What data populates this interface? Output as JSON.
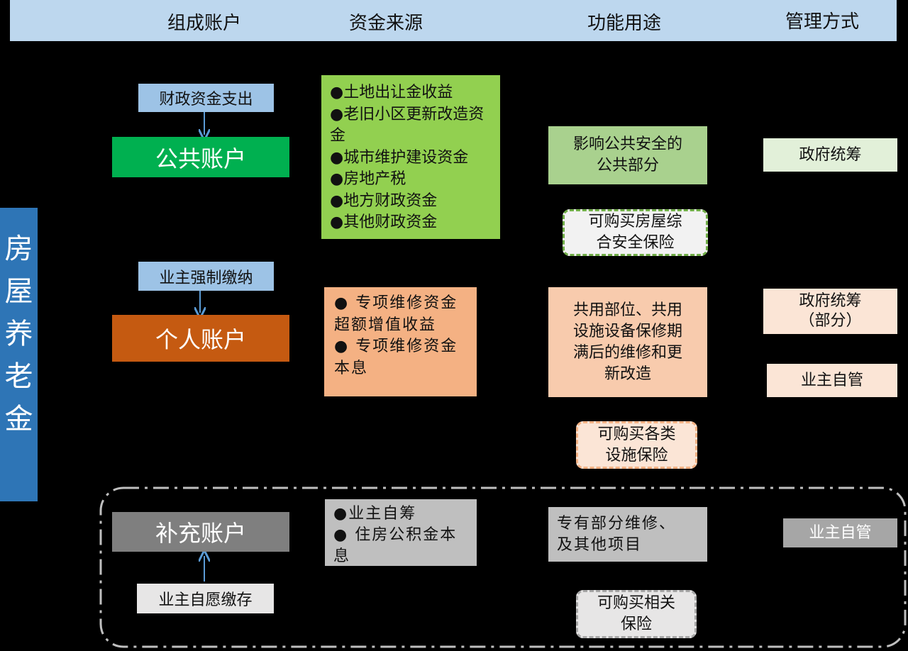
{
  "header": {
    "col_accounts": "组成账户",
    "col_sources": "资金来源",
    "col_functions": "功能用途",
    "col_management": "管理方式"
  },
  "vertical_title": [
    "房",
    "屋",
    "养",
    "老",
    "金"
  ],
  "public": {
    "origin": "财政资金支出",
    "account": "公共账户",
    "sources": [
      "●土地出让金收益",
      "●老旧小区更新改造资金",
      "●城市维护建设资金",
      "●房地产税",
      "●地方财政资金",
      "●其他财政资金"
    ],
    "function": [
      "影响公共安全的",
      "公共部分"
    ],
    "insurance": [
      "可购买房屋综",
      "合安全保险"
    ],
    "management": "政府统筹"
  },
  "personal": {
    "origin": "业主强制缴纳",
    "account": "个人账户",
    "sources": [
      "● 专项维修资金超额增值收益",
      "● 专项维修资金本息"
    ],
    "function": [
      "共用部位、共用",
      "设施设备保修期",
      "满后的维修和更",
      "新改造"
    ],
    "insurance": [
      "可购买各类",
      "设施保险"
    ],
    "management_1": [
      "政府统筹",
      "（部分）"
    ],
    "management_2": "业主自管"
  },
  "supplement": {
    "origin": "业主自愿缴存",
    "account": "补充账户",
    "sources": [
      "●业主自筹",
      "● 住房公积金本息"
    ],
    "function": [
      "专有部分维修、",
      "及其他项目"
    ],
    "insurance": [
      "可购买相关",
      "保险"
    ],
    "management": "业主自管"
  },
  "colors": {
    "header": "#bdd7ee",
    "title_blue": "#2e75b6",
    "public_green": "#00b050",
    "personal_orange": "#c55a11",
    "supplement_gray": "#7f7f7f"
  }
}
